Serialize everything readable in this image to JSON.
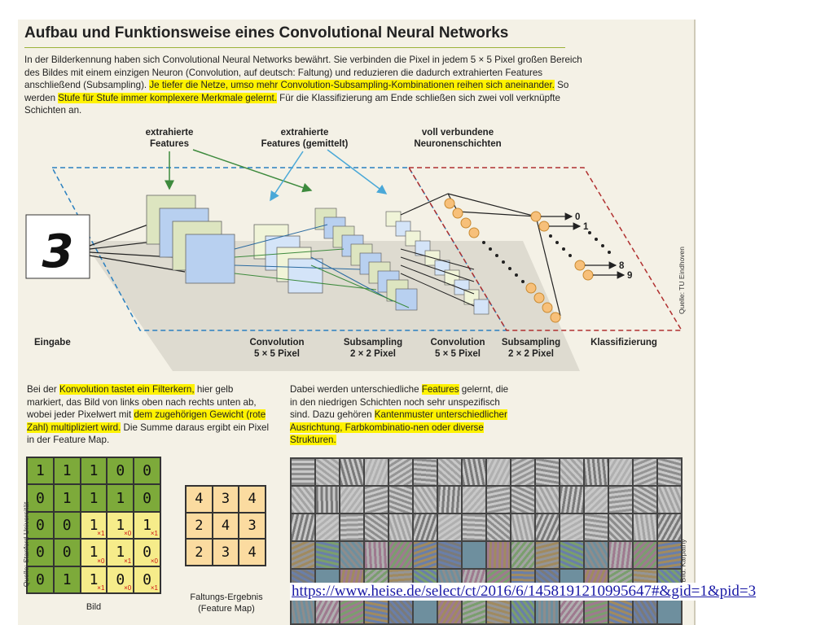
{
  "title": "Aufbau und Funktionsweise eines Convolutional Neural Networks",
  "intro": {
    "p1": "In der Bilderkennung haben sich Convolutional Neural Networks bewährt. Sie verbinden die Pixel in jedem 5 × 5 Pixel großen Bereich des Bildes mit einem einzigen Neuron (Convolution, auf deutsch: Faltung) und reduzieren die dadurch extrahierten Features anschließend (Subsampling). ",
    "h1": "Je tiefer die Netze, umso mehr Convolution-Subsampling-Kombinationen reihen sich aneinander.",
    "p2": " So werden ",
    "h2": "Stufe für Stufe immer komplexere Merkmale gelernt.",
    "p3": " Für die Klassifizierung am Ende schließen sich zwei voll verknüpfte Schichten an."
  },
  "diagram": {
    "top_labels": {
      "extracted": [
        "extrahierte",
        "Features"
      ],
      "extracted_avg": [
        "extrahierte",
        "Features (gemittelt)"
      ],
      "fully_connected": [
        "voll verbundene",
        "Neuronenschichten"
      ]
    },
    "input_digit": "3",
    "outputs": [
      "0",
      "1",
      "8",
      "9"
    ],
    "bottom_labels": {
      "input": "Eingabe",
      "conv1": [
        "Convolution",
        "5 × 5 Pixel"
      ],
      "sub1": [
        "Subsampling",
        "2 × 2 Pixel"
      ],
      "conv2": [
        "Convolution",
        "5 × 5 Pixel"
      ],
      "sub2": [
        "Subsampling",
        "2 × 2 Pixel"
      ],
      "classify": "Klassifizierung"
    },
    "source": "Quelle: TU Eindhoven",
    "colors": {
      "blue": "#2a80c0",
      "red": "#b03030",
      "neuron": "#f7c07a",
      "square_blue": "#b8d0f0",
      "square_green": "#dde5c0"
    }
  },
  "conv_text": {
    "a": "Bei der ",
    "h1": "Konvolution tastet ein Filterkern,",
    "b": " hier gelb markiert, das Bild von links oben nach rechts unten ab, wobei jeder Pixelwert mit ",
    "h2": "dem zugehörigen Gewicht (rote Zahl) multipliziert wird.",
    "c": " Die Summe daraus ergibt ein Pixel in der Feature Map."
  },
  "features_text": {
    "a": "Dabei werden unterschiedliche ",
    "h1": "Features",
    "b": " gelernt, die in den niedrigen Schichten noch sehr unspezifisch sind. Dazu gehören ",
    "h2": "Kantenmuster unterschiedlicher Ausrichtung, Farbkombinatio-nen oder diverse Strukturen."
  },
  "image_grid": {
    "rows": [
      [
        "1",
        "1",
        "1",
        "0",
        "0"
      ],
      [
        "0",
        "1",
        "1",
        "1",
        "0"
      ],
      [
        "0",
        "0",
        "1",
        "1",
        "1"
      ],
      [
        "0",
        "0",
        "1",
        "1",
        "0"
      ],
      [
        "0",
        "1",
        "1",
        "0",
        "0"
      ]
    ],
    "weights": [
      [
        "",
        "",
        "",
        "",
        ""
      ],
      [
        "",
        "",
        "",
        "",
        ""
      ],
      [
        "",
        "",
        "×1",
        "×0",
        "×1"
      ],
      [
        "",
        "",
        "×0",
        "×1",
        "×0"
      ],
      [
        "",
        "",
        "×1",
        "×0",
        "×1"
      ]
    ],
    "label": "Bild",
    "source": "Quelle: Stanford-Universität"
  },
  "feature_map": {
    "rows": [
      [
        "4",
        "3",
        "4"
      ],
      [
        "2",
        "4",
        "3"
      ],
      [
        "2",
        "3",
        "4"
      ]
    ],
    "label_line1": "Faltungs-Ergebnis",
    "label_line2": "(Feature Map)"
  },
  "filters_source": "Bild: Karpathy",
  "url": "https://www.heise.de/select/ct/2016/6/1458191210995647#&gid=1&pid=3"
}
